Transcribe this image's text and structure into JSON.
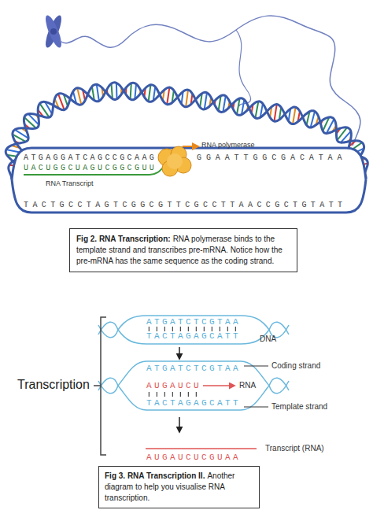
{
  "diagram": {
    "nodes": [
      {
        "text": [
          "Fig 2. RNA Transcription:",
          "RNA polymerase binds to the template strand and transcribes pre-mRNA. Notice how the pre-mRNA has the same sequence as the coding strand."
        ]
      },
      {
        "text": [
          "Fig 3. RNA Transcription II.",
          "Another diagram to help you visualise RNA transcription."
        ]
      }
    ],
    "labels": [
      "RNA polymerase",
      "ATGAGGATCAGCCGCAAG",
      "GGAATTGGCGACATAA",
      "UACUGGCUAGUCGGCGUU",
      "RNA Transcript",
      "TACTGCCTAGTCGGCGTTCGCCTTAACCGCTGTATT",
      "ATGATCTCGTAA",
      "TACTAGAGCATT",
      "DNA",
      "Transcription",
      "ATGATCTCGTAA",
      "Coding strand",
      "AUGAUCU",
      "RNA",
      "TACTAGAGCATT",
      "Template strand",
      "AUGAUCUCGUAA",
      "Transcript (RNA)"
    ]
  }
}
